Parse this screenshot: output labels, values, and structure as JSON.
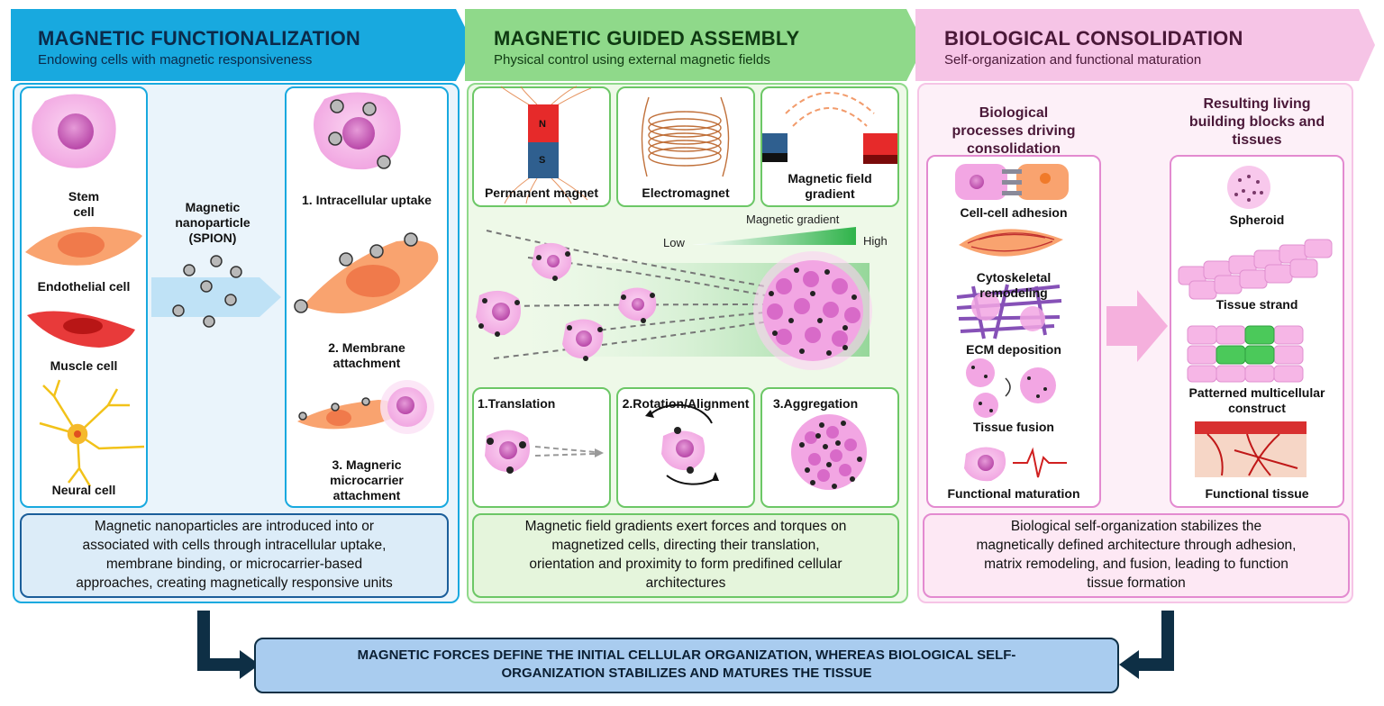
{
  "colors": {
    "blue": "#18a9df",
    "blue_light": "#dcecf8",
    "green": "#8fd98a",
    "green_light": "#e5f5dc",
    "pink": "#f6c4e6",
    "pink_light": "#fde8f4",
    "cell_pink": "#f2a6e3",
    "cell_orange": "#f9a36f",
    "bottom_box": "#a9ccef",
    "arrow_dark": "#0e2f45"
  },
  "section1": {
    "title": "MAGNETIC FUNCTIONALIZATION",
    "subtitle": "Endowing cells with magnetic responsiveness",
    "cells": [
      "Stem cell",
      "Endothelial cell",
      "Muscle cell",
      "Neural cell"
    ],
    "stem_line1": "Stem",
    "stem_line2": "cell",
    "nanoparticle_line1": "Magnetic",
    "nanoparticle_line2": "nanoparticle",
    "nanoparticle_line3": "(SPION)",
    "method1": "1. Intracellular uptake",
    "method2_line1": "2. Membrane",
    "method2_line2": "attachment",
    "method3_line1": "3. Magneric",
    "method3_line2": "microcarrier",
    "method3_line3": "attachment",
    "caption": [
      "Magnetic nanoparticles are introduced into or",
      "associated with cells through intracellular uptake,",
      "membrane binding, or microcarrier-based",
      "approaches, creating magnetically responsive units"
    ]
  },
  "section2": {
    "title": "MAGNETIC GUIDED ASSEMBLY",
    "subtitle": "Physical control using external magnetic fields",
    "magnet_n": "N",
    "magnet_s": "S",
    "permanent": "Permanent magnet",
    "electro": "Electromagnet",
    "gradient_line1": "Magnetic field",
    "gradient_line2": "gradient",
    "mg_label": "Magnetic gradient",
    "low": "Low",
    "high": "High",
    "step1": "1.Translation",
    "step2": "2.Rotation/Alignment",
    "step3": "3.Aggregation",
    "caption": [
      "Magnetic field gradients exert forces and torques on",
      "magnetized cells, directing their translation,",
      "orientation and proximity to form predifined cellular",
      "architectures"
    ]
  },
  "section3": {
    "title": "BIOLOGICAL CONSOLIDATION",
    "subtitle": "Self-organization and functional maturation",
    "processes_title": [
      "Biological",
      "processes driving",
      "consolidation"
    ],
    "results_title": [
      "Resulting living",
      "building blocks and",
      "tissues"
    ],
    "process1": "Cell-cell adhesion",
    "process2_line1": "Cytoskeletal",
    "process2_line2": "remodeling",
    "process3": "ECM deposition",
    "process4": "Tissue fusion",
    "process5": "Functional maturation",
    "result1": "Spheroid",
    "result2": "Tissue strand",
    "result3_line1": "Patterned multicellular",
    "result3_line2": "construct",
    "result4": "Functional tissue",
    "caption": [
      "Biological self-organization stabilizes the",
      "magnetically defined architecture through adhesion,",
      "matrix remodeling, and fusion, leading to function",
      "tissue formation"
    ]
  },
  "bottom": {
    "line1": "MAGNETIC FORCES DEFINE THE INITIAL CELLULAR ORGANIZATION, WHEREAS BIOLOGICAL SELF-",
    "line2": "ORGANIZATION STABILIZES AND MATURES THE TISSUE"
  }
}
